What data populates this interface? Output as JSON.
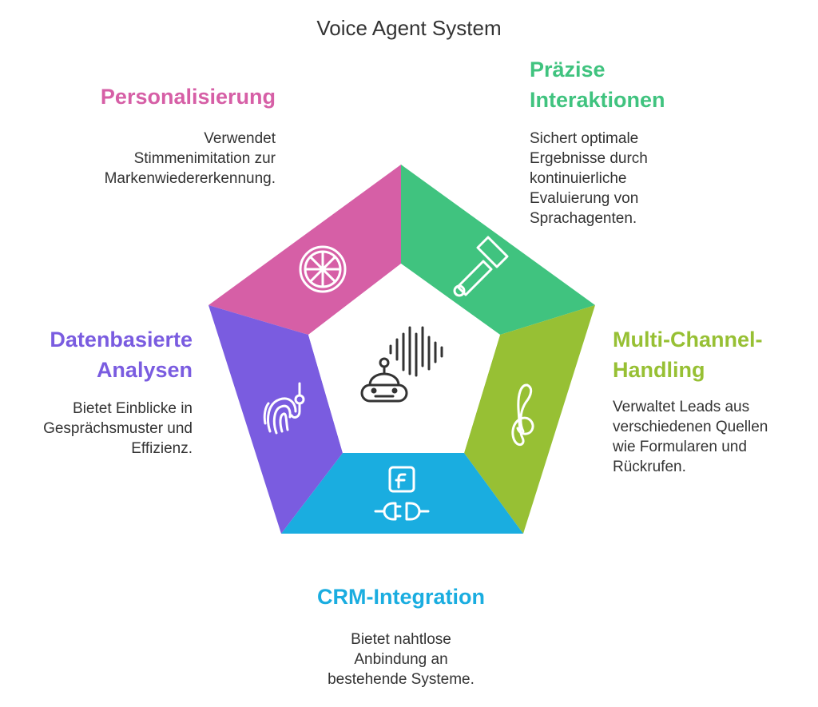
{
  "title": "Voice Agent System",
  "colors": {
    "pink": "#D65FA6",
    "green": "#40C37F",
    "lime": "#97C034",
    "blue": "#1AADE0",
    "purple": "#7A5CE0",
    "text": "#333333"
  },
  "segments": [
    {
      "key": "personalisierung",
      "heading": [
        "Personalisierung"
      ],
      "body": [
        "Verwendet",
        "Stimmenimitation zur",
        "Markenwiedererkennung."
      ],
      "icon": "wheel-icon",
      "color": "#D65FA6"
    },
    {
      "key": "praezise",
      "heading": [
        "Präzise",
        "Interaktionen"
      ],
      "body": [
        "Sichert optimale",
        "Ergebnisse durch",
        "kontinuierliche",
        "Evaluierung von",
        "Sprachagenten."
      ],
      "icon": "hammer-icon",
      "color": "#40C37F"
    },
    {
      "key": "multichannel",
      "heading": [
        "Multi-Channel-",
        "Handling"
      ],
      "body": [
        "Verwaltet Leads aus",
        "verschiedenen Quellen",
        "wie Formularen und",
        "Rückrufen."
      ],
      "icon": "treble-clef-icon",
      "color": "#97C034"
    },
    {
      "key": "crm",
      "heading": [
        "CRM-Integration"
      ],
      "body": [
        "Bietet nahtlose",
        "Anbindung an",
        "bestehende Systeme."
      ],
      "icon": "facebook-plug-icon",
      "color": "#1AADE0"
    },
    {
      "key": "datenbasiert",
      "heading": [
        "Datenbasierte",
        "Analysen"
      ],
      "body": [
        "Bietet Einblicke in",
        "Gesprächsmuster und",
        "Effizienz."
      ],
      "icon": "fingerprint-icon",
      "color": "#7A5CE0"
    }
  ],
  "center_icon": "voice-robot-icon"
}
